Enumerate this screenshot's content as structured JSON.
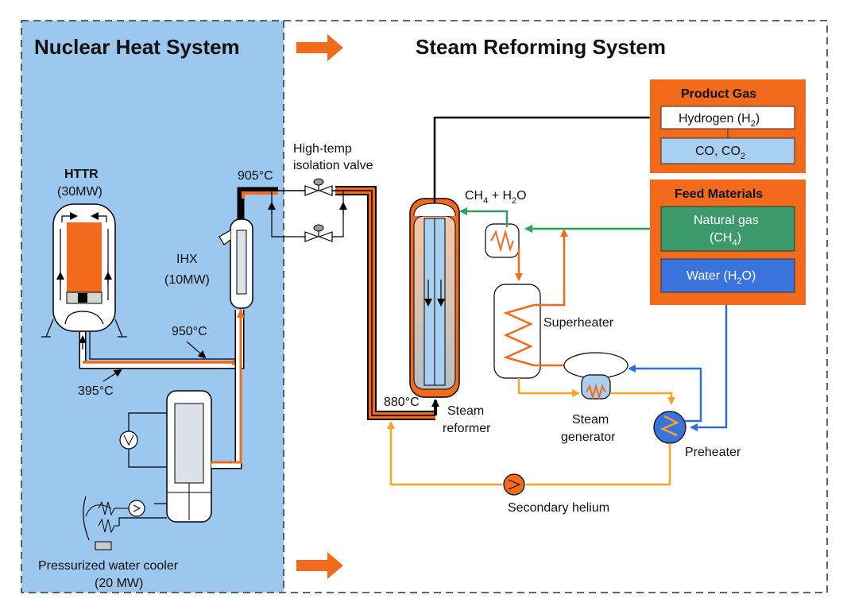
{
  "sections": {
    "left_title": "Nuclear Heat System",
    "right_title": "Steam Reforming System"
  },
  "reactor": {
    "name": "HTTR",
    "power": "(30MW)"
  },
  "ihx": {
    "name": "IHX",
    "power": "(10MW)"
  },
  "cooler": {
    "line1": "Pressurized water cooler",
    "line2": "(20 MW)"
  },
  "temperatures": {
    "t905": "905°C",
    "t950": "950°C",
    "t395": "395°C",
    "t880": "880°C"
  },
  "valve": {
    "line1": "High-temp",
    "line2": "isolation valve"
  },
  "product_gas": {
    "header": "Product Gas",
    "hydrogen": "Hydrogen (H",
    "hydrogen_sub": "2",
    "hydrogen_close": ")",
    "co": "CO, CO",
    "co_sub": "2"
  },
  "feed": {
    "header": "Feed Materials",
    "natgas_line1": "Natural gas",
    "natgas_line2": "(CH",
    "natgas_sub": "4",
    "natgas_close": ")",
    "water": "Water (H",
    "water_sub": "2",
    "water_close": "O)"
  },
  "ch4_label": {
    "a": "CH",
    "a_sub": "4",
    "b": " + H",
    "b_sub": "2",
    "c": "O"
  },
  "components": {
    "superheater": "Superheater",
    "steam_reformer_1": "Steam",
    "steam_reformer_2": "reformer",
    "steam_generator_1": "Steam",
    "steam_generator_2": "generator",
    "preheater": "Preheater",
    "secondary_helium": "Secondary helium"
  },
  "colors": {
    "nuclear_bg": "#9cc7ef",
    "orange": "#f26a1b",
    "gold": "#f5a623",
    "green": "#2e9e62",
    "blue": "#2f6fd9",
    "natgas_box": "#3c9a6a",
    "water_box": "#3a73dc",
    "light_blue_box": "#a9d0f0"
  }
}
